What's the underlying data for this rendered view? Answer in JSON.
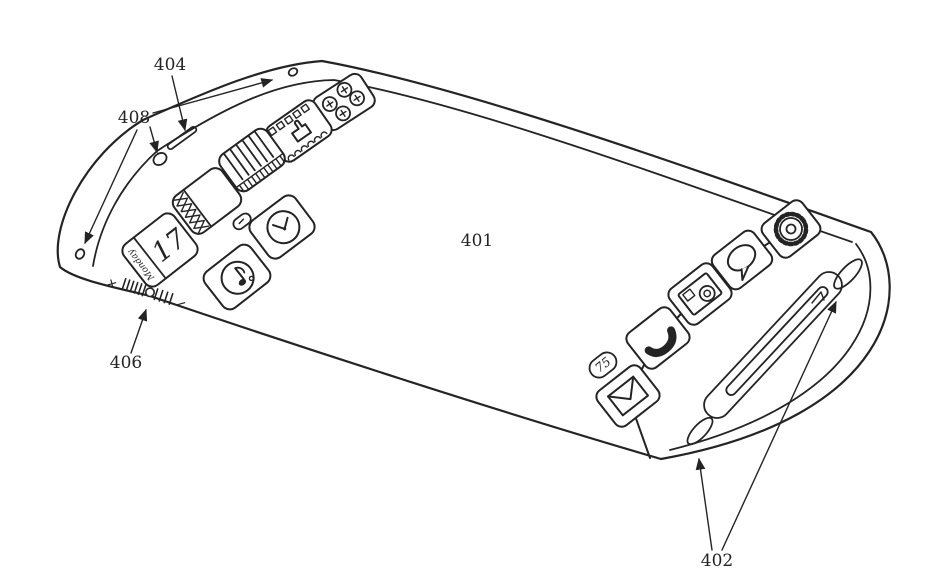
{
  "figure": {
    "colors": {
      "ink": "#242424",
      "paper": "#ffffff"
    },
    "ref_labels": {
      "display": "401",
      "end_openings": "402",
      "speaker_slot": "404",
      "volume_control": "406",
      "edge_openings": "408"
    },
    "volume_slider": {
      "plus": "+",
      "minus": "−"
    },
    "calendar_icon": {
      "header": "Monday",
      "date": "17"
    },
    "mail_badge_count": "75",
    "icons": {
      "front_face": [
        "knobs-icon",
        "film-icon",
        "blinds-icon",
        "notes-icon",
        "calendar-icon",
        "clock-icon",
        "music-icon"
      ],
      "edge_dock": [
        "gear-icon",
        "chat-icon",
        "camera-icon",
        "phone-icon",
        "mail-icon"
      ]
    }
  }
}
